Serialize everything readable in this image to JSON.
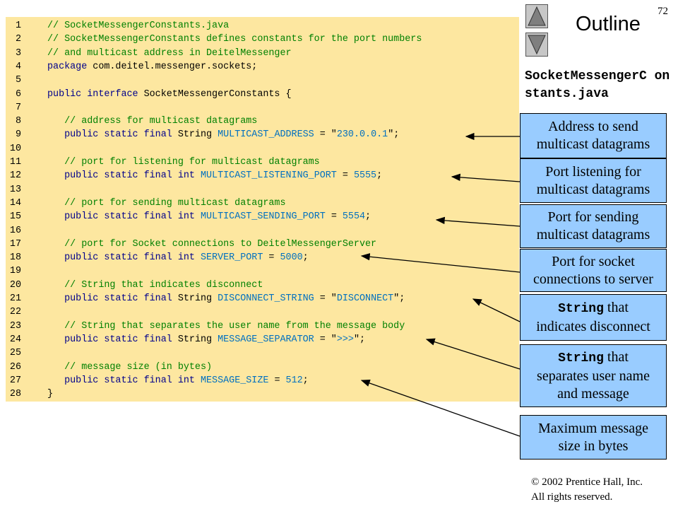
{
  "page_number": "72",
  "outline_title": "Outline",
  "file_title": "SocketMessengerC onstants.java",
  "nav": {
    "up_label": "Previous slide",
    "down_label": "Next slide"
  },
  "code_lines": [
    {
      "n": "1",
      "parts": [
        [
          "c",
          "// SocketMessengerConstants.java"
        ]
      ]
    },
    {
      "n": "2",
      "parts": [
        [
          "c",
          "// SocketMessengerConstants defines constants for the port numbers"
        ]
      ]
    },
    {
      "n": "3",
      "parts": [
        [
          "c",
          "// and multicast address in DeitelMessenger"
        ]
      ]
    },
    {
      "n": "4",
      "parts": [
        [
          "k",
          "package"
        ],
        [
          "p",
          " com.deitel.messenger.sockets;"
        ]
      ]
    },
    {
      "n": "5",
      "parts": []
    },
    {
      "n": "6",
      "parts": [
        [
          "k",
          "public interface"
        ],
        [
          "p",
          " SocketMessengerConstants {"
        ]
      ]
    },
    {
      "n": "7",
      "parts": []
    },
    {
      "n": "8",
      "parts": [
        [
          "p",
          "   "
        ],
        [
          "c",
          "// address for multicast datagrams"
        ]
      ]
    },
    {
      "n": "9",
      "parts": [
        [
          "p",
          "   "
        ],
        [
          "k",
          "public static final"
        ],
        [
          "p",
          " String "
        ],
        [
          "i",
          "MULTICAST_ADDRESS"
        ],
        [
          "p",
          " = \""
        ],
        [
          "n",
          "230.0.0.1"
        ],
        [
          "p",
          "\";"
        ]
      ]
    },
    {
      "n": "10",
      "parts": []
    },
    {
      "n": "11",
      "parts": [
        [
          "p",
          "   "
        ],
        [
          "c",
          "// port for listening for multicast datagrams"
        ]
      ]
    },
    {
      "n": "12",
      "parts": [
        [
          "p",
          "   "
        ],
        [
          "k",
          "public static final int"
        ],
        [
          "p",
          " "
        ],
        [
          "i",
          "MULTICAST_LISTENING_PORT"
        ],
        [
          "p",
          " = "
        ],
        [
          "n",
          "5555"
        ],
        [
          "p",
          ";"
        ]
      ]
    },
    {
      "n": "13",
      "parts": []
    },
    {
      "n": "14",
      "parts": [
        [
          "p",
          "   "
        ],
        [
          "c",
          "// port for sending multicast datagrams"
        ]
      ]
    },
    {
      "n": "15",
      "parts": [
        [
          "p",
          "   "
        ],
        [
          "k",
          "public static final int"
        ],
        [
          "p",
          " "
        ],
        [
          "i",
          "MULTICAST_SENDING_PORT"
        ],
        [
          "p",
          " = "
        ],
        [
          "n",
          "5554"
        ],
        [
          "p",
          ";"
        ]
      ]
    },
    {
      "n": "16",
      "parts": []
    },
    {
      "n": "17",
      "parts": [
        [
          "p",
          "   "
        ],
        [
          "c",
          "// port for Socket connections to DeitelMessengerServer"
        ]
      ]
    },
    {
      "n": "18",
      "parts": [
        [
          "p",
          "   "
        ],
        [
          "k",
          "public static final int"
        ],
        [
          "p",
          " "
        ],
        [
          "i",
          "SERVER_PORT"
        ],
        [
          "p",
          " = "
        ],
        [
          "n",
          "5000"
        ],
        [
          "p",
          ";"
        ]
      ]
    },
    {
      "n": "19",
      "parts": []
    },
    {
      "n": "20",
      "parts": [
        [
          "p",
          "   "
        ],
        [
          "c",
          "// String that indicates disconnect"
        ]
      ]
    },
    {
      "n": "21",
      "parts": [
        [
          "p",
          "   "
        ],
        [
          "k",
          "public static final"
        ],
        [
          "p",
          " String "
        ],
        [
          "i",
          "DISCONNECT_STRING"
        ],
        [
          "p",
          " = \""
        ],
        [
          "n",
          "DISCONNECT"
        ],
        [
          "p",
          "\";"
        ]
      ]
    },
    {
      "n": "22",
      "parts": []
    },
    {
      "n": "23",
      "parts": [
        [
          "p",
          "   "
        ],
        [
          "c",
          "// String that separates the user name from the message body"
        ]
      ]
    },
    {
      "n": "24",
      "parts": [
        [
          "p",
          "   "
        ],
        [
          "k",
          "public static final"
        ],
        [
          "p",
          " String "
        ],
        [
          "i",
          "MESSAGE_SEPARATOR"
        ],
        [
          "p",
          " = \""
        ],
        [
          "n",
          ">>>"
        ],
        [
          "p",
          "\";"
        ]
      ]
    },
    {
      "n": "25",
      "parts": []
    },
    {
      "n": "26",
      "parts": [
        [
          "p",
          "   "
        ],
        [
          "c",
          "// message size (in bytes)"
        ]
      ]
    },
    {
      "n": "27",
      "parts": [
        [
          "p",
          "   "
        ],
        [
          "k",
          "public static final int"
        ],
        [
          "p",
          " "
        ],
        [
          "i",
          "MESSAGE_SIZE"
        ],
        [
          "p",
          " = "
        ],
        [
          "n",
          "512"
        ],
        [
          "p",
          ";"
        ]
      ]
    },
    {
      "n": "28",
      "parts": [
        [
          "p",
          "}"
        ]
      ]
    }
  ],
  "callouts": [
    {
      "lines": [
        [
          "t",
          "Address to send"
        ],
        [
          "t",
          "multicast datagrams"
        ]
      ]
    },
    {
      "lines": [
        [
          "t",
          "Port listening for"
        ],
        [
          "t",
          "multicast datagrams"
        ]
      ]
    },
    {
      "lines": [
        [
          "t",
          "Port for sending"
        ],
        [
          "t",
          "multicast datagrams"
        ]
      ]
    },
    {
      "lines": [
        [
          "t",
          "Port for socket"
        ],
        [
          "t",
          "connections to server"
        ]
      ]
    },
    {
      "lines": [
        [
          "mono",
          "String",
          "t",
          " that"
        ],
        [
          "t",
          "indicates disconnect"
        ]
      ]
    },
    {
      "lines": [
        [
          "mono",
          "String",
          "t",
          " that"
        ],
        [
          "t",
          "separates user name"
        ],
        [
          "t",
          "and message"
        ]
      ]
    },
    {
      "lines": [
        [
          "t",
          "Maximum message"
        ],
        [
          "t",
          "size in bytes"
        ]
      ]
    }
  ],
  "footer": {
    "line1": "© 2002 Prentice Hall, Inc.",
    "line2": "All rights reserved."
  },
  "colors": {
    "code_bg": "#fde7a0",
    "callout_bg": "#99ccff",
    "comment": "#008000",
    "keyword": "#00008b",
    "identifier": "#0070c0"
  }
}
